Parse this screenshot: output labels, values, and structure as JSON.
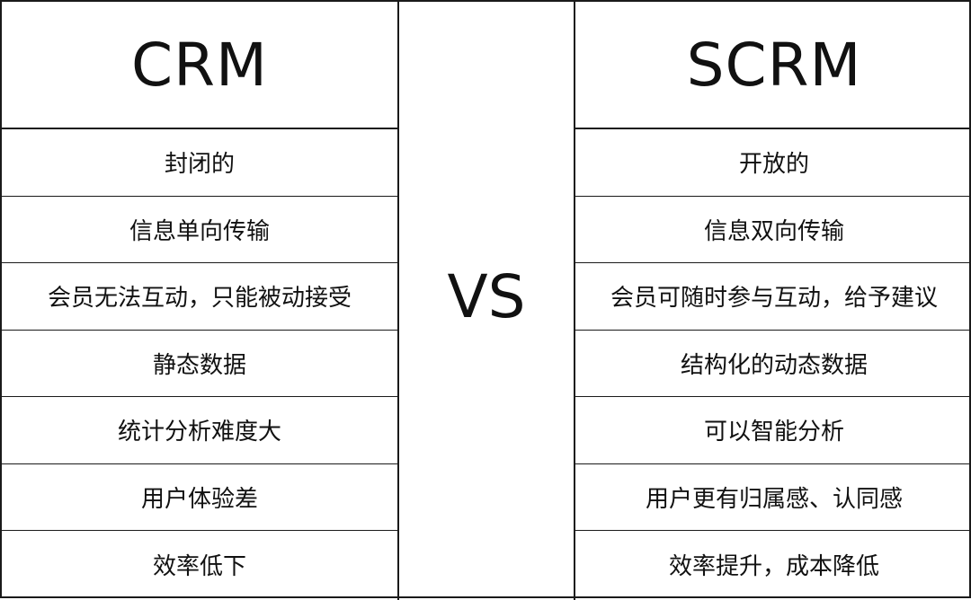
{
  "left": {
    "title": "CRM",
    "items": [
      "封闭的",
      "信息单向传输",
      "会员无法互动，只能被动接受",
      "静态数据",
      "统计分析难度大",
      "用户体验差",
      "效率低下"
    ]
  },
  "vs_label": "VS",
  "right": {
    "title": "SCRM",
    "items": [
      "开放的",
      "信息双向传输",
      "会员可随时参与互动，给予建议",
      "结构化的动态数据",
      "可以智能分析",
      "用户更有归属感、认同感",
      "效率提升，成本降低"
    ]
  }
}
